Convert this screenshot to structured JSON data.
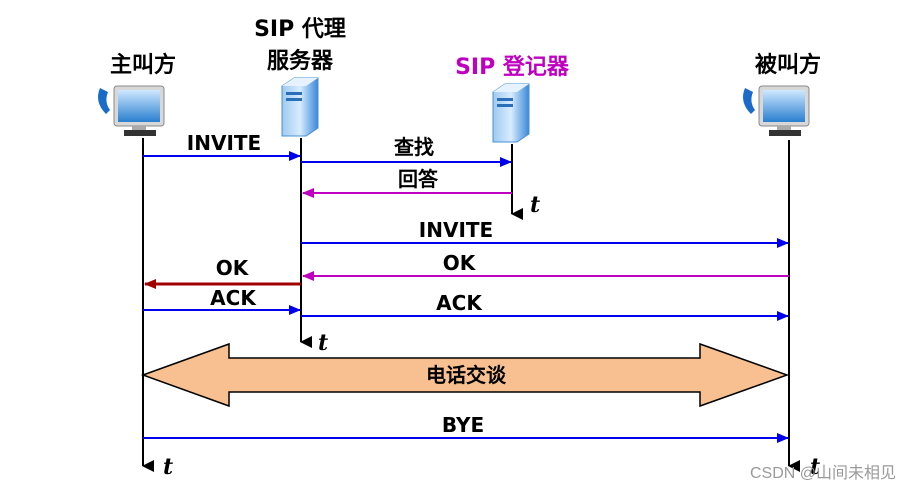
{
  "participants": {
    "caller": "主叫方",
    "proxy_line1": "SIP 代理",
    "proxy_line2": "服务器",
    "registrar": "SIP 登记器",
    "callee": "被叫方"
  },
  "messages": {
    "invite1": "INVITE",
    "lookup": "查找",
    "reply": "回答",
    "invite2": "INVITE",
    "ok_proxy": "OK",
    "ok_callee": "OK",
    "ack1": "ACK",
    "ack2": "ACK",
    "conversation": "电话交谈",
    "bye": "BYE"
  },
  "time_label": "t",
  "watermark": "CSDN @山间未相见",
  "colors": {
    "blue": "#0000ee",
    "purple": "#c000c0",
    "darkred": "#a00000",
    "black": "#000000",
    "peach": "#f8c090",
    "registrar_text": "#c000c0"
  },
  "icons": {
    "caller_icon": "telephone-computer-icon",
    "proxy_icon": "server-icon",
    "registrar_icon": "server-icon",
    "callee_icon": "telephone-computer-icon"
  }
}
